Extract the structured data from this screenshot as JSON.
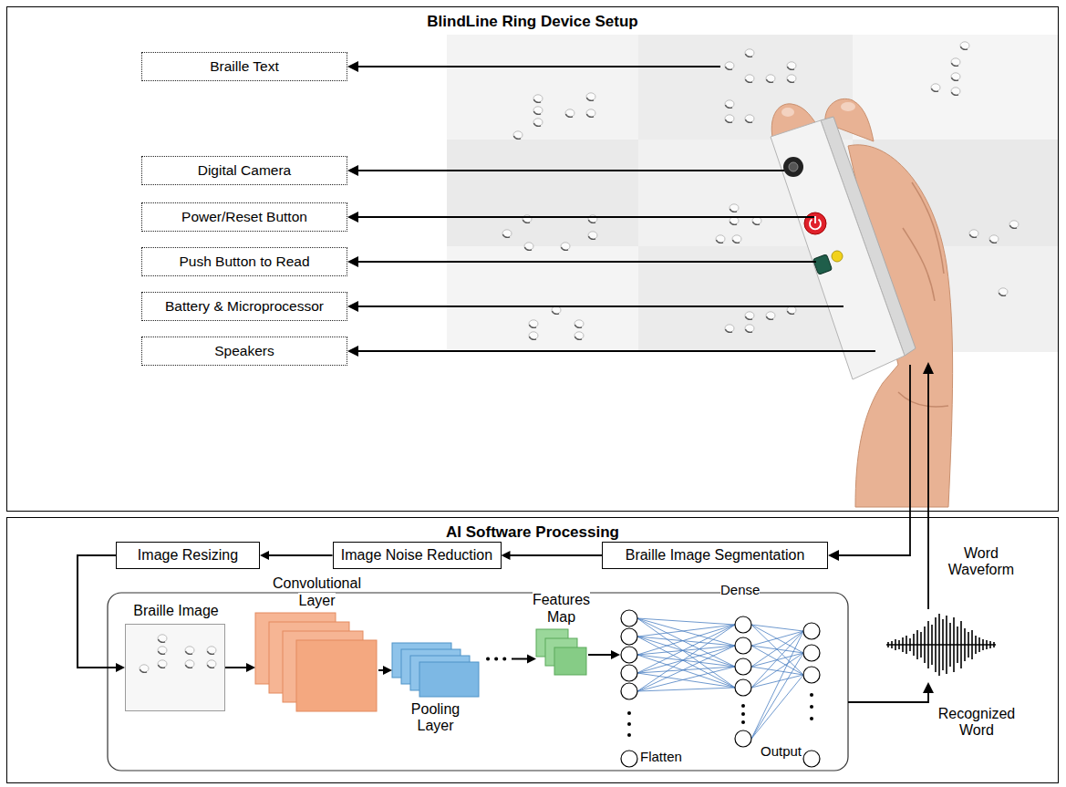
{
  "diagram": {
    "nodes": [
      {
        "text": [
          "BlindLine Ring Device Setup"
        ]
      },
      {
        "text": [
          "Braille Text"
        ],
        "in": 0
      },
      {
        "text": [
          "Digital Camera"
        ],
        "in": 0
      },
      {
        "text": [
          "Power/Reset Button"
        ],
        "in": 0
      },
      {
        "text": [
          "Push Button to Read"
        ],
        "in": 0
      },
      {
        "text": [
          "Battery & Microprocessor"
        ],
        "in": 0
      },
      {
        "text": [
          "Speakers"
        ],
        "in": 0
      },
      {
        "text": [
          "AI Software Processing"
        ]
      },
      {
        "text": [
          "Braille Image Segmentation"
        ],
        "in": 7
      },
      {
        "text": [
          "Image Noise Reduction"
        ],
        "in": 7
      },
      {
        "text": [
          "Image Resizing"
        ],
        "in": 7
      },
      {
        "text": [
          "Braille Image"
        ],
        "in": 7
      },
      {
        "text": [
          "Convolutional Layer"
        ],
        "in": 7
      },
      {
        "text": [
          "Pooling Layer"
        ],
        "in": 7
      },
      {
        "text": [
          "Features Map"
        ],
        "in": 7
      }
    ],
    "edges": [
      {
        "from": 8,
        "to": 9,
        "arrow": "to"
      },
      {
        "from": 9,
        "to": 10,
        "arrow": "to"
      },
      {
        "from": 10,
        "to": 11,
        "arrow": "to"
      },
      {
        "from": 11,
        "to": 12,
        "arrow": "to"
      },
      {
        "from": 12,
        "to": 13,
        "arrow": "to"
      },
      {
        "from": 13,
        "to": 14,
        "arrow": "to"
      }
    ],
    "labels": [
      "Dense",
      "Flatten",
      "Output",
      "Recognized Word",
      "Word Waveform"
    ]
  }
}
